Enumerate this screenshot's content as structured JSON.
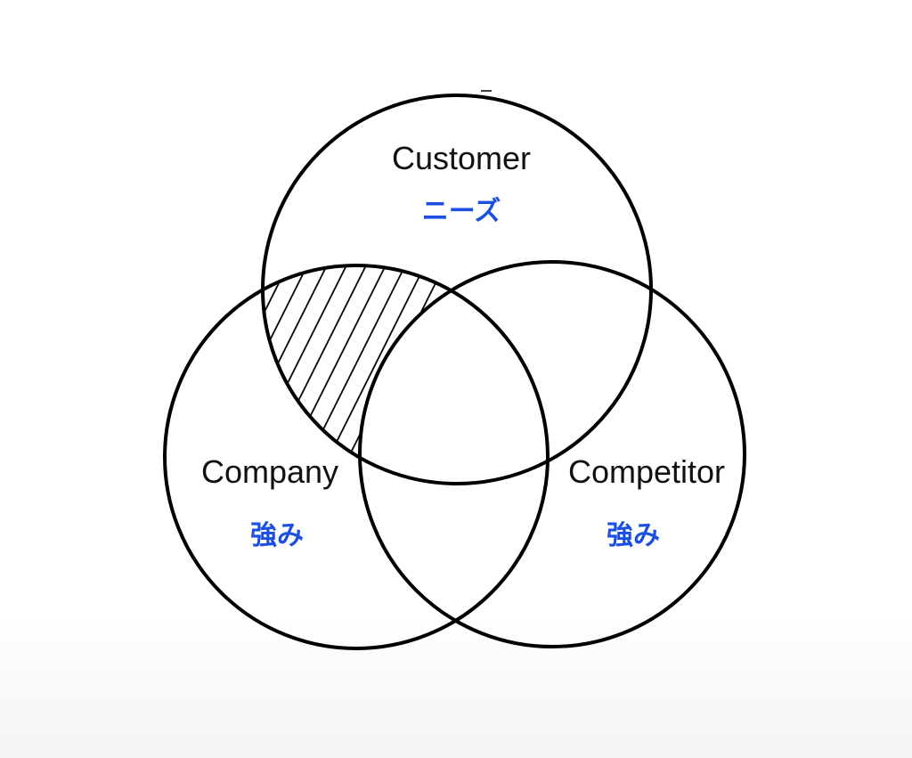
{
  "diagram": {
    "circles": [
      {
        "id": "customer",
        "title": "Customer",
        "subtitle": "ニーズ"
      },
      {
        "id": "company",
        "title": "Company",
        "subtitle": "強み"
      },
      {
        "id": "competitor",
        "title": "Competitor",
        "subtitle": "強み"
      }
    ],
    "highlighted_region": "Customer ∩ Company − Competitor",
    "colors": {
      "outline": "#000000",
      "title_text": "#111111",
      "subtitle_text": "#1a4fe0",
      "hatch": "#000000"
    }
  }
}
